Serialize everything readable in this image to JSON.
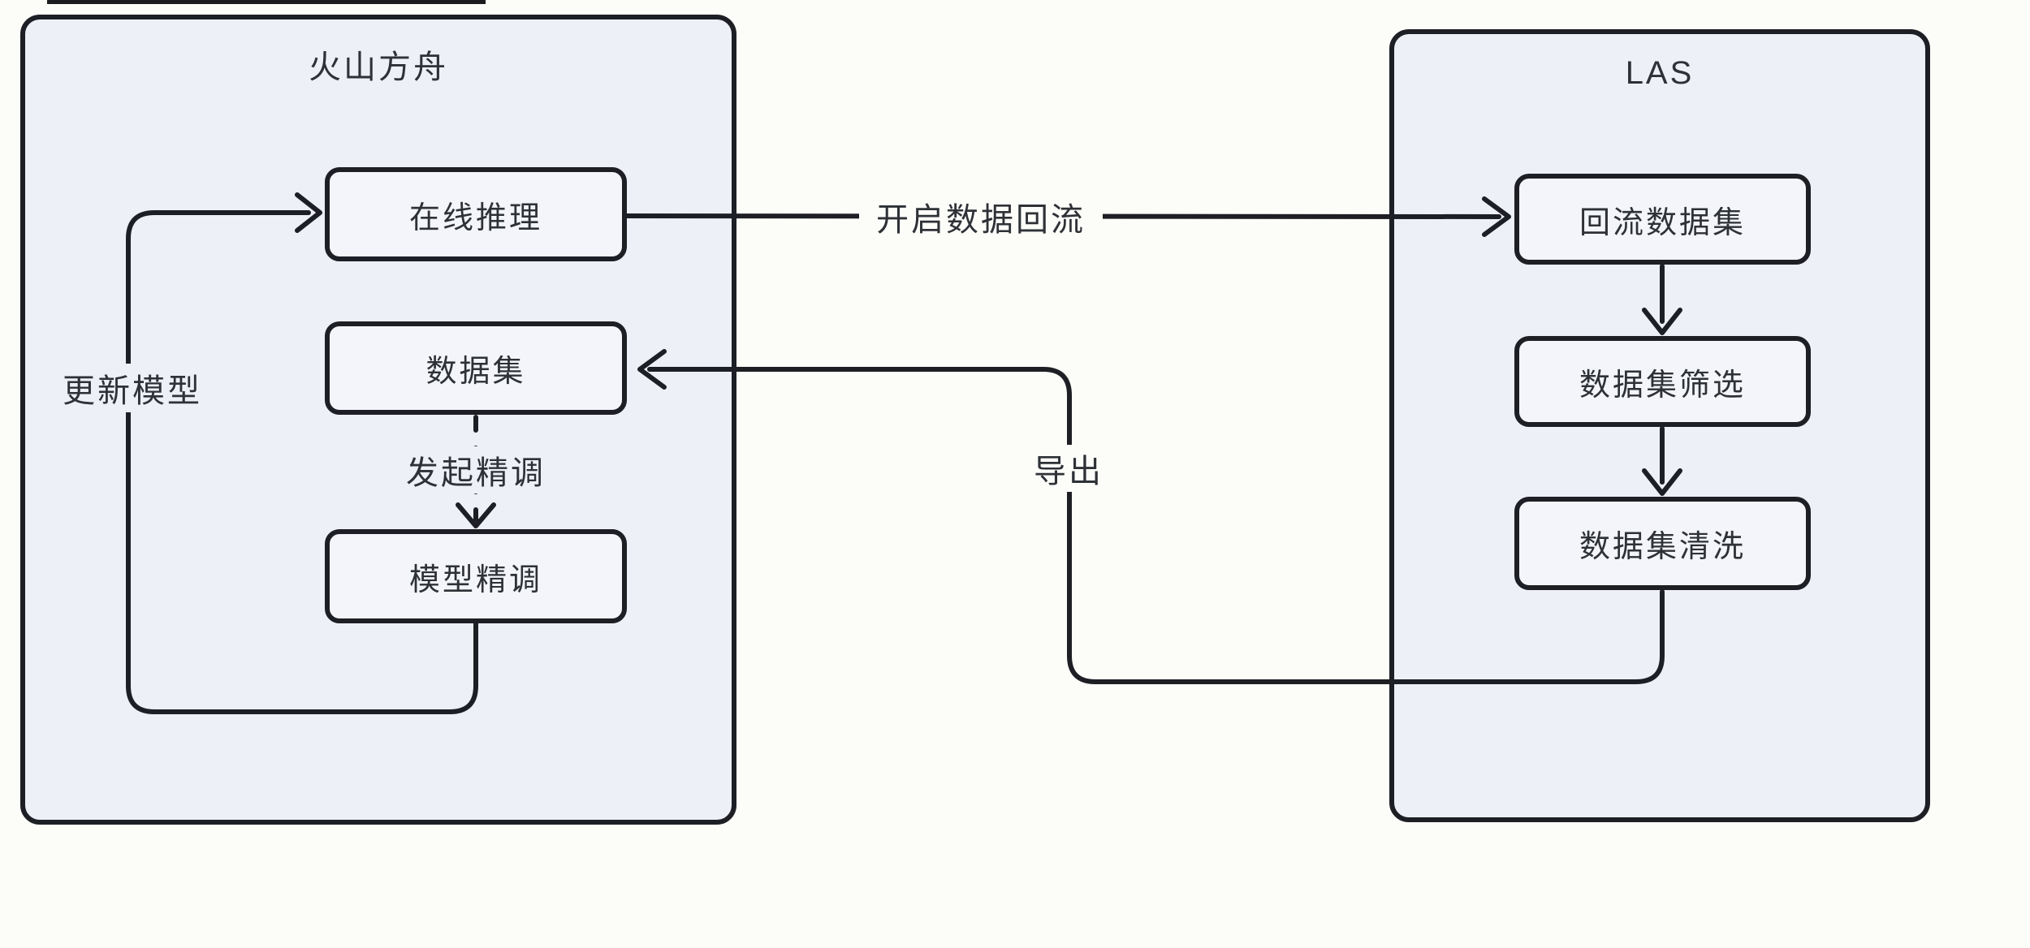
{
  "diagram": {
    "containers": [
      {
        "title": "火山方舟",
        "nodes": [
          "在线推理",
          "数据集",
          "模型精调"
        ]
      },
      {
        "title": "LAS",
        "nodes": [
          "回流数据集",
          "数据集筛选",
          "数据集清洗"
        ]
      }
    ],
    "edges": [
      {
        "from": "在线推理",
        "to": "回流数据集",
        "label": "开启数据回流",
        "style": "solid"
      },
      {
        "from": "回流数据集",
        "to": "数据集筛选",
        "label": "",
        "style": "solid"
      },
      {
        "from": "数据集筛选",
        "to": "数据集清洗",
        "label": "",
        "style": "solid"
      },
      {
        "from": "数据集清洗",
        "to": "数据集",
        "label": "导出",
        "style": "solid"
      },
      {
        "from": "模型精调",
        "to": "在线推理",
        "label": "更新模型",
        "style": "solid"
      },
      {
        "from": "数据集",
        "to": "模型精调",
        "label": "发起精调",
        "style": "dashed"
      }
    ],
    "colors": {
      "canvas_bg": "#fcfcf9",
      "container_fill": "#edf0f7",
      "node_fill": "#f3f5fa",
      "stroke": "#1d1f24",
      "text": "#2e3136"
    }
  }
}
